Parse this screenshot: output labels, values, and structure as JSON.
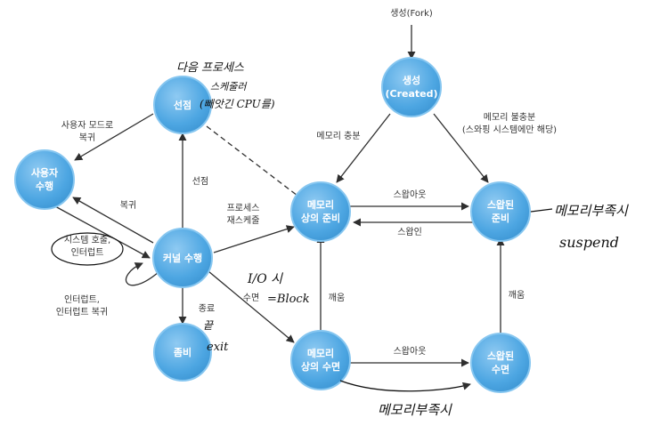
{
  "colors": {
    "node_fill": "#5aaee6",
    "node_edge": "#86c6f0",
    "arrow": "#2f2f2f",
    "ink": "#111111"
  },
  "nodes": {
    "fork": "생성(Fork)",
    "created": [
      "생성",
      "(Created)"
    ],
    "preempted": [
      "선점"
    ],
    "user_run": [
      "사용자",
      "수행"
    ],
    "kernel_run": [
      "커널 수행"
    ],
    "zombie": [
      "좀비"
    ],
    "ready_mem": [
      "메모리",
      "상의 준비"
    ],
    "ready_swap": [
      "스왑된",
      "준비"
    ],
    "sleep_mem": [
      "메모리",
      "상의 수면"
    ],
    "sleep_swap": [
      "스왑된",
      "수면"
    ]
  },
  "edges": {
    "mem_enough": "메모리 충분",
    "mem_not_enough": [
      "메모리 불충분",
      "(스와핑 시스템에만 해당)"
    ],
    "to_user_mode": [
      "사용자 모드로",
      "복귀"
    ],
    "return": "복귀",
    "preempt": "선점",
    "syscall": [
      "시스템 호출,",
      "인터럽트"
    ],
    "interrupt_return": [
      "인터럽트,",
      "인터럽트 복귀"
    ],
    "schedule": [
      "프로세스",
      "재스케줄"
    ],
    "swap_out_top": "스왑아웃",
    "swap_in": "스왑인",
    "wake_left": "깨움",
    "wake_right": "깨움",
    "sleep": "수면",
    "exit": "종료",
    "swap_out_bottom": "스왑아웃"
  },
  "handwriting": {
    "preempt_note_1": "다음 프로세스",
    "preempt_note_2": "스케줄러",
    "preempt_note_3": "(빼앗긴 CPU를)",
    "io": "I/O 시",
    "block": "=Block",
    "exit_1": "끝",
    "exit_2": "exit",
    "suspend_1": "메모리부족시",
    "suspend_2": "suspend",
    "bottom": "메모리부족시"
  }
}
